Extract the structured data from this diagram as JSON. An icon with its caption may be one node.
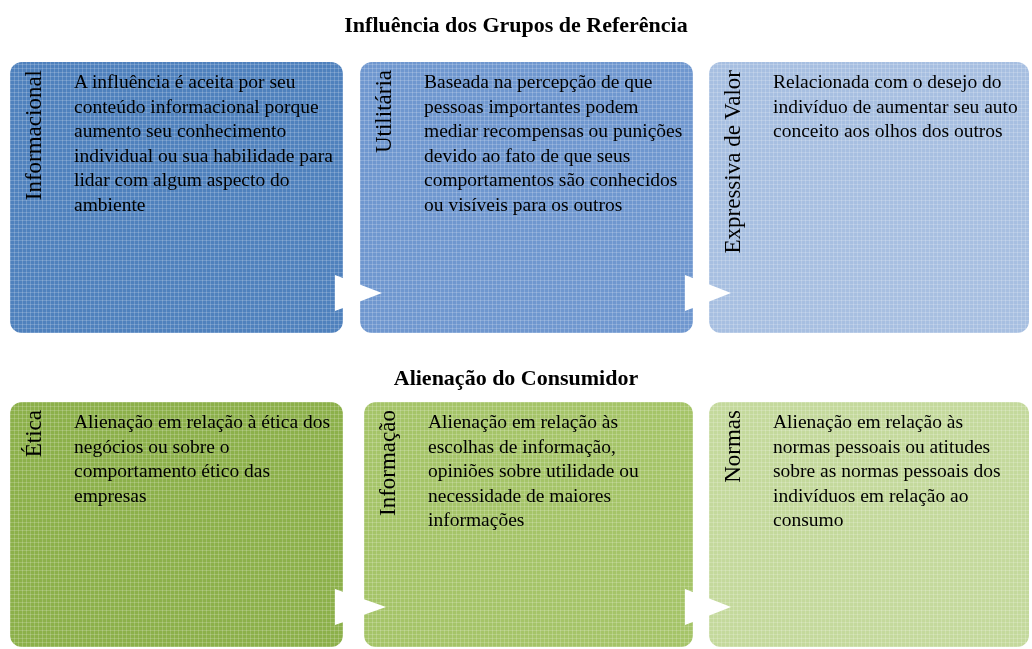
{
  "diagram": {
    "title": "Influência dos Grupos de Referência",
    "nodes": [
      {
        "text": [
          "Informacional",
          "A influência é aceita por seu conteúdo informacional porque aumento seu conhecimento individual ou sua habilidade para lidar com algum aspecto do ambiente"
        ]
      },
      {
        "text": [
          "Utilitária",
          "Baseada  na percepção de  que pessoas importantes podem mediar recompensas ou punições devido ao fato de que seus comportamentos são conhecidos ou visíveis para os outros"
        ]
      },
      {
        "text": [
          "Expressiva de Valor",
          "Relacionada com o desejo do indivíduo de aumentar seu auto conceito aos olhos dos outros"
        ]
      },
      {
        "text": [
          "Ética",
          "Alienação em relação à ética dos negócios ou sobre o comportamento ético das empresas"
        ]
      },
      {
        "text": [
          "Informação",
          "Alienação em relação às escolhas de informação, opiniões sobre utilidade ou necessidade de maiores informações"
        ]
      },
      {
        "text": [
          "Normas",
          "Alienação em relação às normas pessoais ou atitudes sobre as normas pessoais dos indivíduos em relação ao consumo"
        ]
      }
    ],
    "edges": [
      {
        "from": 0,
        "to": 1,
        "arrow": "to"
      },
      {
        "from": 1,
        "to": 2,
        "arrow": "to"
      },
      {
        "from": 3,
        "to": 4,
        "arrow": "to"
      },
      {
        "from": 4,
        "to": 5,
        "arrow": "to"
      }
    ],
    "labels": [
      "Alienação do Consumidor"
    ]
  }
}
